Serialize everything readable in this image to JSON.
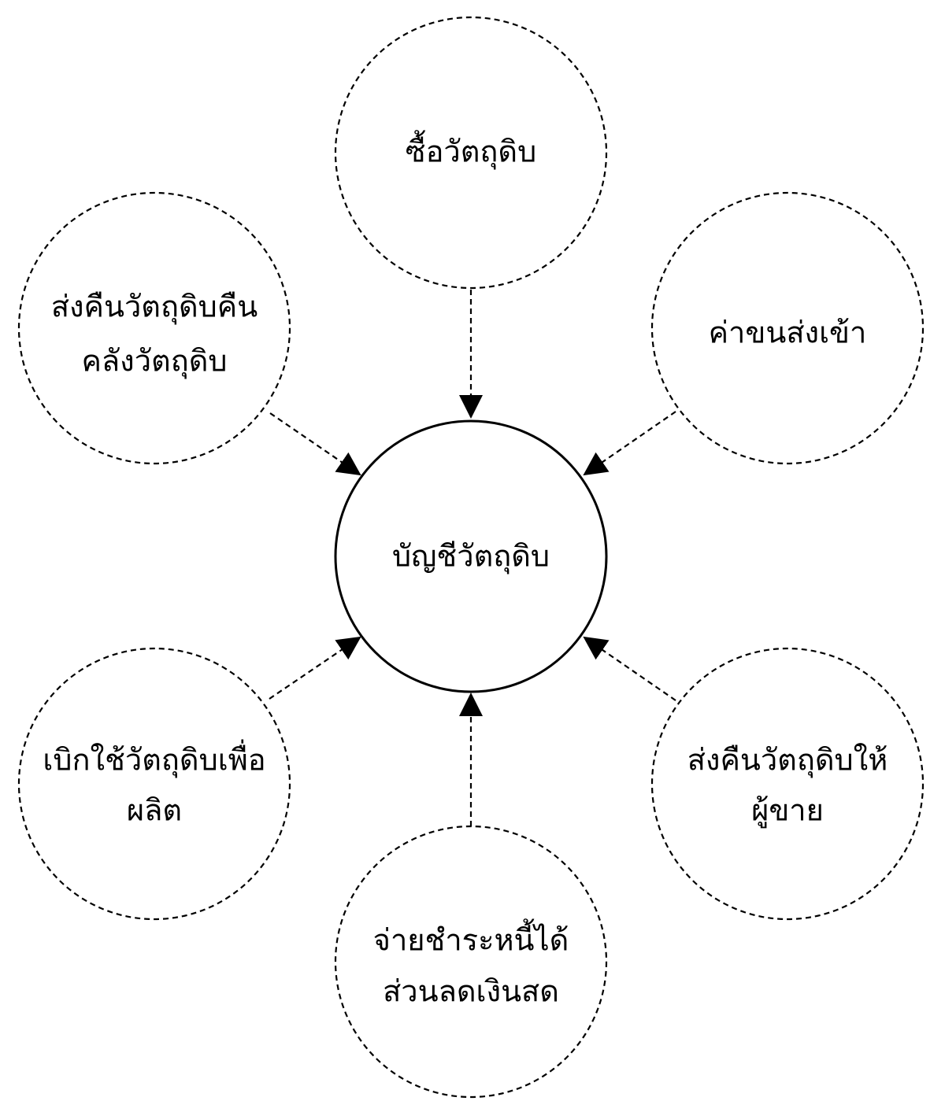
{
  "diagram": {
    "center": {
      "label": "บัญชีวัตถุดิบ"
    },
    "nodes": [
      {
        "id": "buy-raw-materials",
        "lines": [
          "ซื้อวัตถุดิบ"
        ]
      },
      {
        "id": "return-to-warehouse",
        "lines": [
          "ส่งคืนวัตถุดิบคืน",
          "คลังวัตถุดิบ"
        ]
      },
      {
        "id": "freight-in",
        "lines": [
          "ค่าขนส่งเข้า"
        ]
      },
      {
        "id": "requisition-for-production",
        "lines": [
          "เบิกใช้วัตถุดิบเพื่อ",
          "ผลิต"
        ]
      },
      {
        "id": "return-to-vendor",
        "lines": [
          "ส่งคืนวัตถุดิบให้",
          "ผู้ขาย"
        ]
      },
      {
        "id": "payment-cash-discount",
        "lines": [
          "จ่ายชำระหนี้ได้",
          "ส่วนลดเงินสด"
        ]
      }
    ],
    "colors": {
      "stroke": "#000000",
      "background": "#ffffff"
    }
  }
}
